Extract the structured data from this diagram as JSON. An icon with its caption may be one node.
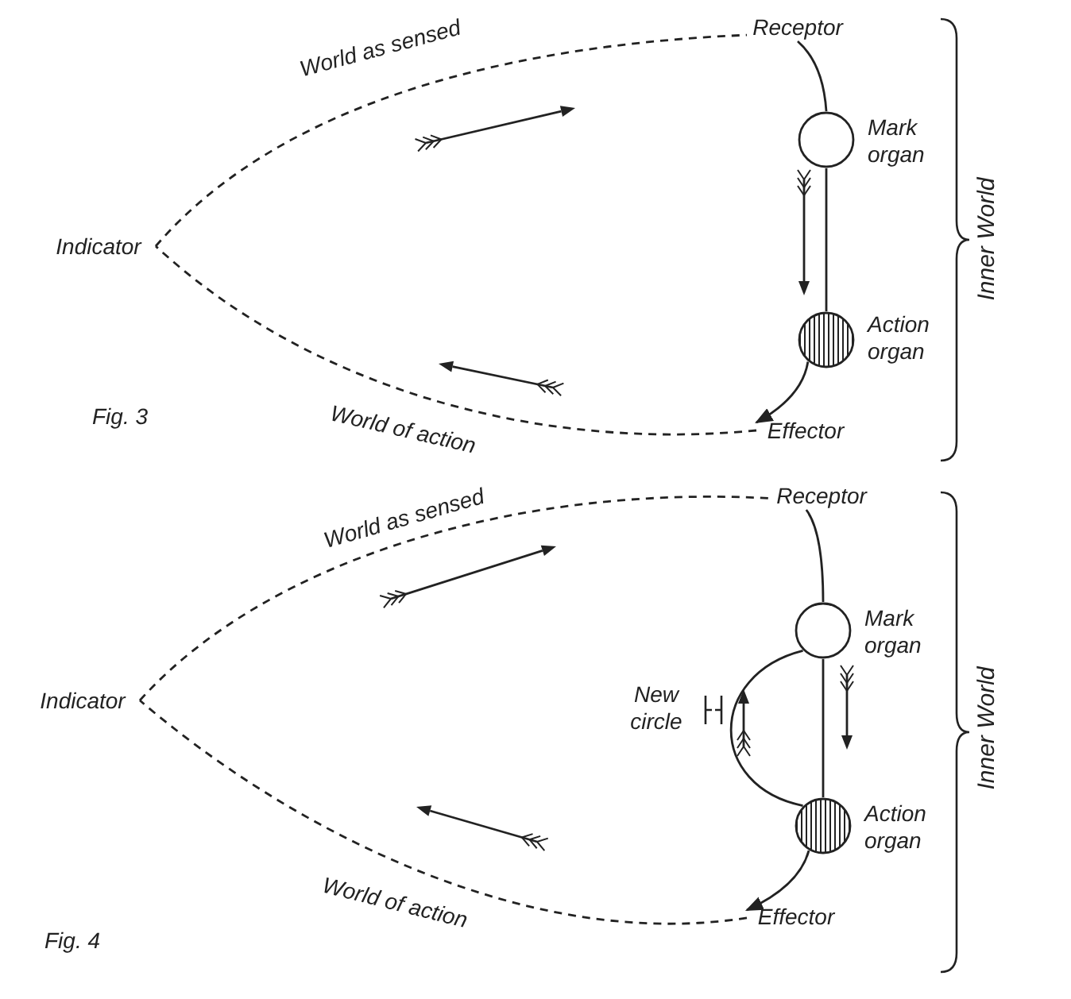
{
  "diagram": {
    "nodes": [
      {
        "text": [
          "Indicator"
        ]
      },
      {
        "text": [
          "Receptor"
        ]
      },
      {
        "text": [],
        "shape": "circle",
        "beside": [
          "Mark organ"
        ]
      },
      {
        "text": [],
        "shape": "circle",
        "beside": [
          "Action organ"
        ]
      },
      {
        "text": [
          "Effector"
        ]
      },
      {
        "text": [
          "Indicator"
        ]
      },
      {
        "text": [
          "Receptor"
        ]
      },
      {
        "text": [],
        "shape": "circle",
        "beside": [
          "Mark organ"
        ]
      },
      {
        "text": [],
        "shape": "circle",
        "beside": [
          "Action organ"
        ]
      },
      {
        "text": [
          "Effector"
        ]
      }
    ],
    "edges": [
      {
        "from": 0,
        "to": 1,
        "arrow": "none",
        "style": "dashed",
        "label": "World as sensed"
      },
      {
        "from": 1,
        "to": 2,
        "arrow": "none"
      },
      {
        "from": 2,
        "to": 3,
        "arrow": "none"
      },
      {
        "from": 3,
        "to": 4,
        "arrow": "to"
      },
      {
        "from": 4,
        "to": 0,
        "arrow": "none",
        "style": "dashed",
        "label": "World of action"
      },
      {
        "from": 5,
        "to": 6,
        "arrow": "none",
        "style": "dashed",
        "label": "World as sensed"
      },
      {
        "from": 6,
        "to": 7,
        "arrow": "none"
      },
      {
        "from": 7,
        "to": 8,
        "arrow": "none"
      },
      {
        "from": 8,
        "to": 9,
        "arrow": "to"
      },
      {
        "from": 9,
        "to": 5,
        "arrow": "none",
        "style": "dashed",
        "label": "World of action"
      },
      {
        "from": 8,
        "to": 7,
        "arrow": "none",
        "label": "New circle"
      }
    ],
    "labels": [
      "Inner World",
      "Fig. 3",
      "Inner World",
      "Fig. 4"
    ]
  }
}
